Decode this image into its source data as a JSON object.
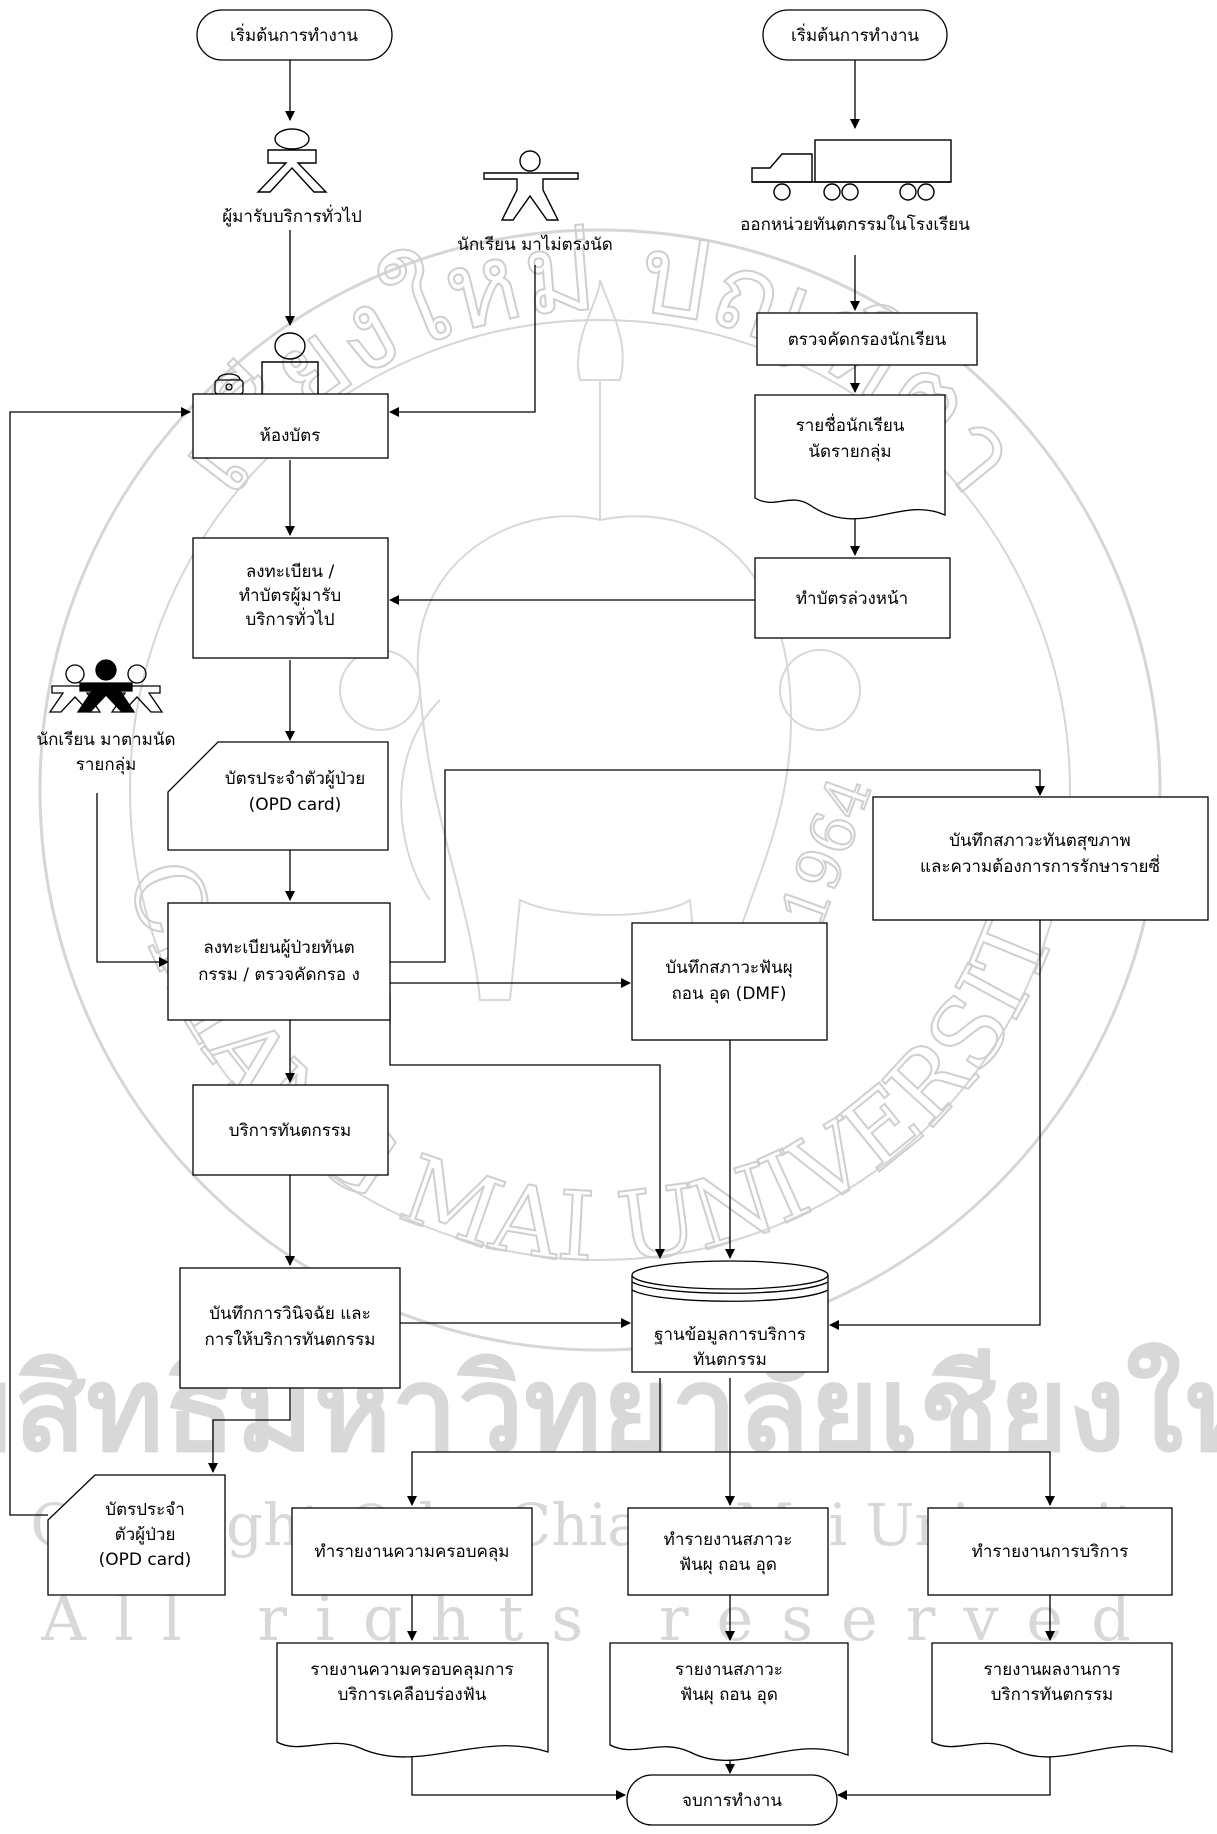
{
  "watermark": {
    "top_arc": "เชียงใหม่ ปณฺฑิตา",
    "bottom_arc": "CHIANG MAI UNIVERSITY",
    "year": "1964",
    "thai_big": "ลิขสิทธิ์มหาวิทยาลัยเชียงใหม่",
    "copyright": "Copyright © by Chiang Mai University",
    "reserved": "All rights reserved"
  },
  "nodes": {
    "start_left": "เริ่มต้นการทำงาน",
    "start_right": "เริ่มต้นการทำงาน",
    "general_patient": "ผู้มารับบริการทั่วไป",
    "student_late": "นักเรียน  มาไม่ตรงนัด",
    "mobile_unit": "ออกหน่วยทันตกรรมในโรงเรียน",
    "screen_students": "ตรวจคัดกรองนักเรียน",
    "student_list": [
      "รายชื่อนักเรียน",
      "นัดรายกลุ่ม"
    ],
    "card_room": "ห้องบัตร",
    "register": [
      "ลงทะเบียน /",
      "ทำบัตรผู้มารับ",
      "บริการทั่วไป"
    ],
    "advance_card": "ทำบัตรล่วงหน้า",
    "student_group": [
      "นักเรียน มาตามนัด",
      "รายกลุ่ม"
    ],
    "opd_card_1": [
      "บัตรประจำตัวผู้ป่วย",
      "(OPD card)"
    ],
    "record_health": [
      "บันทึกสภาวะทันตสุขภาพ",
      "และความต้องการการรักษารายซี่"
    ],
    "register_dental": [
      "ลงทะเบียนผู้ป่วยทันต",
      "กรรม / ตรวจคัดกรอ ง"
    ],
    "record_dmf": [
      "บันทึกสภาวะฟันผุ",
      "ถอน อุด (DMF)"
    ],
    "dental_service": "บริการทันตกรรม",
    "record_diagnosis": [
      "บันทึกการวินิจฉัย  และ",
      "การให้บริการทันตกรรม"
    ],
    "database": [
      "ฐานข้อมูลการบริการ",
      "ทันตกรรม"
    ],
    "opd_card_2": [
      "บัตรประจำ",
      "ตัวผู้ป่วย",
      "(OPD card)"
    ],
    "report_coverage": "ทำรายงานความครอบคลุม",
    "report_dmf": [
      "ทำรายงานสภาวะ",
      "ฟันผุ ถอน อุด"
    ],
    "report_service": "ทำรายงานการบริการ",
    "doc_coverage": [
      "รายงานความครอบคลุมการ",
      "บริการเคลือบร่องฟัน"
    ],
    "doc_dmf": [
      "รายงานสภาวะ",
      "ฟันผุ ถอน อุด"
    ],
    "doc_service": [
      "รายงานผลงานการ",
      "บริการทันตกรรม"
    ],
    "end": "จบการทำงาน"
  }
}
